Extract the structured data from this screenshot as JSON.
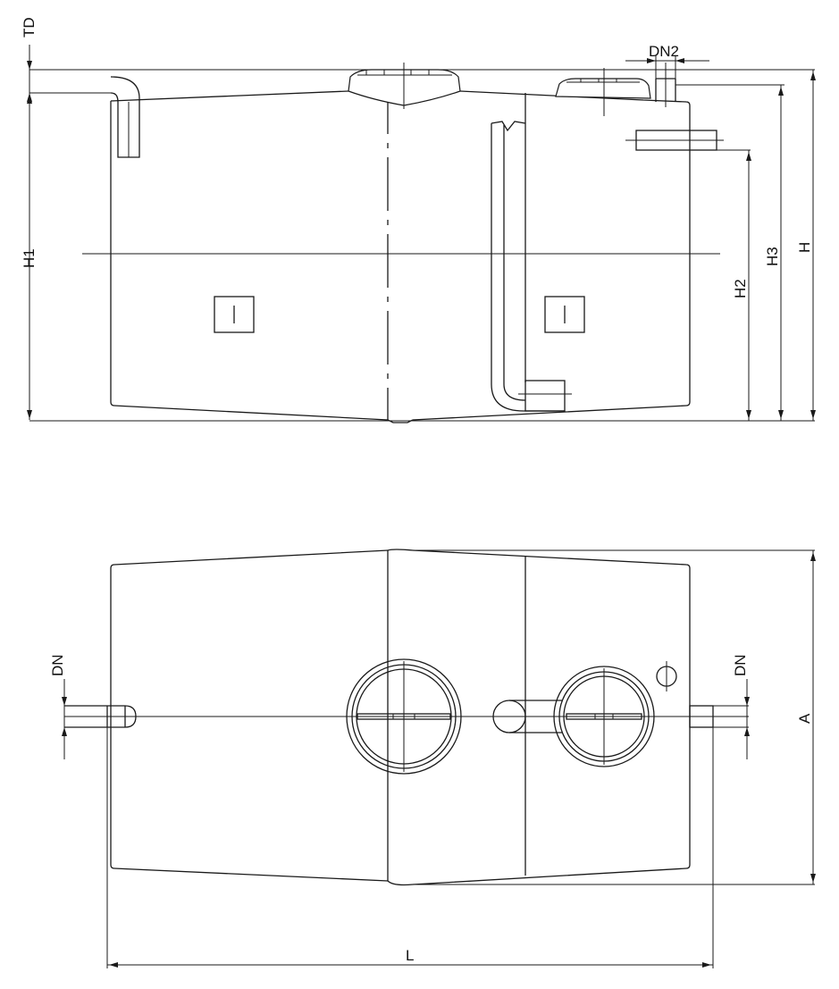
{
  "labels": {
    "td": "TD",
    "dn2": "DN2",
    "h1": "H1",
    "h2": "H2",
    "h3": "H3",
    "h": "H",
    "dn_left": "DN",
    "dn_right": "DN",
    "a": "A",
    "l": "L"
  }
}
